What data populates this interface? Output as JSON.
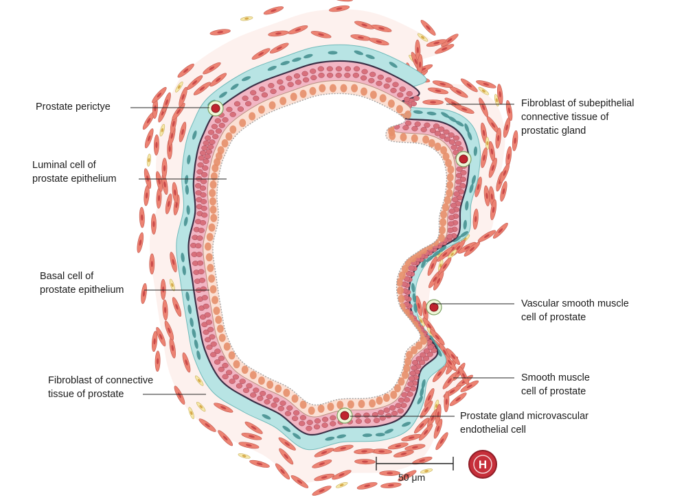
{
  "labels": {
    "prostate_pericyte": "Prostate perictye",
    "luminal_cell": "Luminal cell of\nprostate epithelium",
    "basal_cell": "Basal cell of\nprostate epithelium",
    "fibroblast_connective": "Fibroblast of connective\ntissue of prostate",
    "fibroblast_subepithelial": "Fibroblast of subepithelial\nconnective tissue of\nprostatic gland",
    "vascular_smooth_muscle": "Vascular smooth muscle\ncell of prostate",
    "smooth_muscle": "Smooth muscle\ncell of prostate",
    "microvascular_endothelial": "Prostate gland microvascular\nendothelial cell"
  },
  "scale_bar": {
    "label": "50 μm"
  },
  "stain_badge": {
    "letter": "H",
    "icon": "hematoxylin-stain-icon"
  },
  "colors": {
    "luminal_cell_fill": "#fbe0d4",
    "luminal_nucleus": "#e58f6a",
    "basal_layer": "#f2b6c4",
    "basal_nucleus": "#d8707c",
    "basement_membrane": "#3c2f46",
    "fibroblast_layer": "#b8e4e4",
    "fibroblast_nucleus": "#3f8c8c",
    "smooth_muscle_fill": "#ec8272",
    "smooth_muscle_nucleus": "#c94a4a",
    "red_blood_cell": "#c0242f",
    "badge_fill": "#c62f3a"
  }
}
